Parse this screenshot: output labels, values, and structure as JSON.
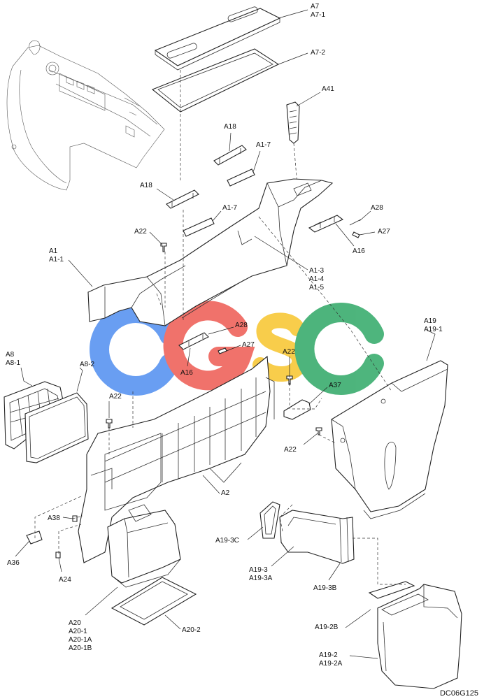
{
  "diagram": {
    "drawing_code": "DC06G125",
    "watermark": {
      "letters": [
        "C",
        "G",
        "S",
        "C"
      ],
      "colors": [
        "#4f8ef0",
        "#ee5a52",
        "#f7c52c",
        "#2fa866"
      ]
    },
    "labels": [
      {
        "id": "a7",
        "lines": [
          "A7",
          "A7-1"
        ]
      },
      {
        "id": "a7-2",
        "lines": [
          "A7-2"
        ]
      },
      {
        "id": "a41",
        "lines": [
          "A41"
        ]
      },
      {
        "id": "a18-top",
        "lines": [
          "A18"
        ]
      },
      {
        "id": "a1-7-top",
        "lines": [
          "A1-7"
        ]
      },
      {
        "id": "a18-left",
        "lines": [
          "A18"
        ]
      },
      {
        "id": "a1-7-mid",
        "lines": [
          "A1-7"
        ]
      },
      {
        "id": "a28-right",
        "lines": [
          "A28"
        ]
      },
      {
        "id": "a27-right",
        "lines": [
          "A27"
        ]
      },
      {
        "id": "a16-right",
        "lines": [
          "A16"
        ]
      },
      {
        "id": "a22-top",
        "lines": [
          "A22"
        ]
      },
      {
        "id": "a1",
        "lines": [
          "A1",
          "A1-1"
        ]
      },
      {
        "id": "a1-3",
        "lines": [
          "A1-3",
          "A1-4",
          "A1-5"
        ]
      },
      {
        "id": "a28-mid",
        "lines": [
          "A28"
        ]
      },
      {
        "id": "a27-mid",
        "lines": [
          "A27"
        ]
      },
      {
        "id": "a16-mid",
        "lines": [
          "A16"
        ]
      },
      {
        "id": "a22-center",
        "lines": [
          "A22"
        ]
      },
      {
        "id": "a19",
        "lines": [
          "A19",
          "A19-1"
        ]
      },
      {
        "id": "a8",
        "lines": [
          "A8",
          "A8-1"
        ]
      },
      {
        "id": "a8-2",
        "lines": [
          "A8-2"
        ]
      },
      {
        "id": "a22-left",
        "lines": [
          "A22"
        ]
      },
      {
        "id": "a37",
        "lines": [
          "A37"
        ]
      },
      {
        "id": "a22-right",
        "lines": [
          "A22"
        ]
      },
      {
        "id": "a2",
        "lines": [
          "A2"
        ]
      },
      {
        "id": "a38",
        "lines": [
          "A38"
        ]
      },
      {
        "id": "a19-3c",
        "lines": [
          "A19-3C"
        ]
      },
      {
        "id": "a36",
        "lines": [
          "A36"
        ]
      },
      {
        "id": "a24",
        "lines": [
          "A24"
        ]
      },
      {
        "id": "a19-3",
        "lines": [
          "A19-3",
          "A19-3A"
        ]
      },
      {
        "id": "a19-3b",
        "lines": [
          "A19-3B"
        ]
      },
      {
        "id": "a20",
        "lines": [
          "A20",
          "A20-1",
          "A20-1A",
          "A20-1B"
        ]
      },
      {
        "id": "a20-2",
        "lines": [
          "A20-2"
        ]
      },
      {
        "id": "a19-2b",
        "lines": [
          "A19-2B"
        ]
      },
      {
        "id": "a19-2",
        "lines": [
          "A19-2",
          "A19-2A"
        ]
      }
    ]
  }
}
